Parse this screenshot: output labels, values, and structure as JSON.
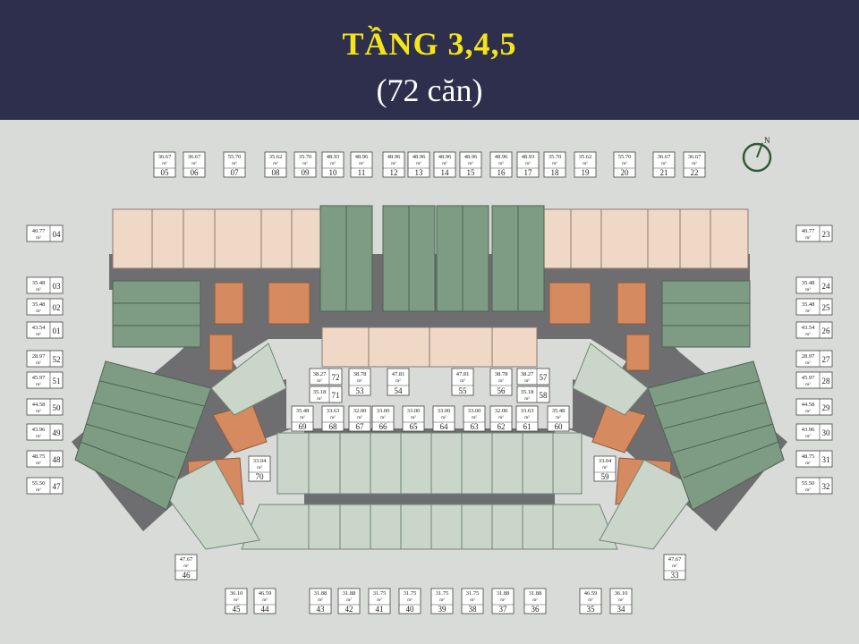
{
  "header": {
    "title": "TẦNG 3,4,5",
    "subtitle": "(72 căn)"
  },
  "compass": {
    "label": "N",
    "icon": "north-arrow-icon"
  },
  "colors": {
    "header_bg": "#2e2f4d",
    "title": "#f3e51a",
    "subtitle": "#ffffff",
    "corridor": "#6e6e70",
    "unit_green": "#7e9b84",
    "unit_light_green": "#c9d6c9",
    "unit_peach": "#f0d8c7",
    "utility_orange": "#d58a60"
  },
  "unit_unit": "m²",
  "units": [
    {
      "no": "01",
      "area": "43.54"
    },
    {
      "no": "02",
      "area": "35.48"
    },
    {
      "no": "03",
      "area": "35.48"
    },
    {
      "no": "04",
      "area": "40.77"
    },
    {
      "no": "05",
      "area": "36.67"
    },
    {
      "no": "06",
      "area": "36.67"
    },
    {
      "no": "07",
      "area": "55.70"
    },
    {
      "no": "08",
      "area": "35.62"
    },
    {
      "no": "09",
      "area": "35.70"
    },
    {
      "no": "10",
      "area": "48.93"
    },
    {
      "no": "11",
      "area": "48.96"
    },
    {
      "no": "12",
      "area": "48.96"
    },
    {
      "no": "13",
      "area": "48.96"
    },
    {
      "no": "14",
      "area": "48.96"
    },
    {
      "no": "15",
      "area": "48.96"
    },
    {
      "no": "16",
      "area": "48.96"
    },
    {
      "no": "17",
      "area": "48.93"
    },
    {
      "no": "18",
      "area": "35.70"
    },
    {
      "no": "19",
      "area": "35.62"
    },
    {
      "no": "20",
      "area": "55.70"
    },
    {
      "no": "21",
      "area": "36.67"
    },
    {
      "no": "22",
      "area": "36.67"
    },
    {
      "no": "23",
      "area": "40.77"
    },
    {
      "no": "24",
      "area": "35.48"
    },
    {
      "no": "25",
      "area": "35.48"
    },
    {
      "no": "26",
      "area": "43.54"
    },
    {
      "no": "27",
      "area": "28.97"
    },
    {
      "no": "28",
      "area": "45.97"
    },
    {
      "no": "29",
      "area": "44.58"
    },
    {
      "no": "30",
      "area": "43.96"
    },
    {
      "no": "31",
      "area": "48.75"
    },
    {
      "no": "32",
      "area": "55.50"
    },
    {
      "no": "33",
      "area": "47.67"
    },
    {
      "no": "34",
      "area": "36.10"
    },
    {
      "no": "35",
      "area": "46.59"
    },
    {
      "no": "36",
      "area": "31.88"
    },
    {
      "no": "37",
      "area": "31.88"
    },
    {
      "no": "38",
      "area": "31.75"
    },
    {
      "no": "39",
      "area": "31.75"
    },
    {
      "no": "40",
      "area": "31.75"
    },
    {
      "no": "41",
      "area": "31.75"
    },
    {
      "no": "42",
      "area": "31.88"
    },
    {
      "no": "43",
      "area": "31.88"
    },
    {
      "no": "44",
      "area": "46.59"
    },
    {
      "no": "45",
      "area": "36.10"
    },
    {
      "no": "46",
      "area": "47.67"
    },
    {
      "no": "47",
      "area": "55.50"
    },
    {
      "no": "48",
      "area": "48.75"
    },
    {
      "no": "49",
      "area": "43.96"
    },
    {
      "no": "50",
      "area": "44.58"
    },
    {
      "no": "51",
      "area": "45.97"
    },
    {
      "no": "52",
      "area": "28.97"
    },
    {
      "no": "53",
      "area": "38.78"
    },
    {
      "no": "54",
      "area": "47.81"
    },
    {
      "no": "55",
      "area": "47.81"
    },
    {
      "no": "56",
      "area": "38.78"
    },
    {
      "no": "57",
      "area": "38.27"
    },
    {
      "no": "58",
      "area": "35.18"
    },
    {
      "no": "59",
      "area": "33.04"
    },
    {
      "no": "60",
      "area": "35.48"
    },
    {
      "no": "61",
      "area": "33.63"
    },
    {
      "no": "62",
      "area": "32.00"
    },
    {
      "no": "63",
      "area": "33.00"
    },
    {
      "no": "64",
      "area": "33.00"
    },
    {
      "no": "65",
      "area": "33.00"
    },
    {
      "no": "66",
      "area": "33.00"
    },
    {
      "no": "67",
      "area": "32.00"
    },
    {
      "no": "68",
      "area": "33.63"
    },
    {
      "no": "69",
      "area": "35.48"
    },
    {
      "no": "70",
      "area": "33.04"
    },
    {
      "no": "71",
      "area": "35.18"
    },
    {
      "no": "72",
      "area": "38.27"
    }
  ]
}
